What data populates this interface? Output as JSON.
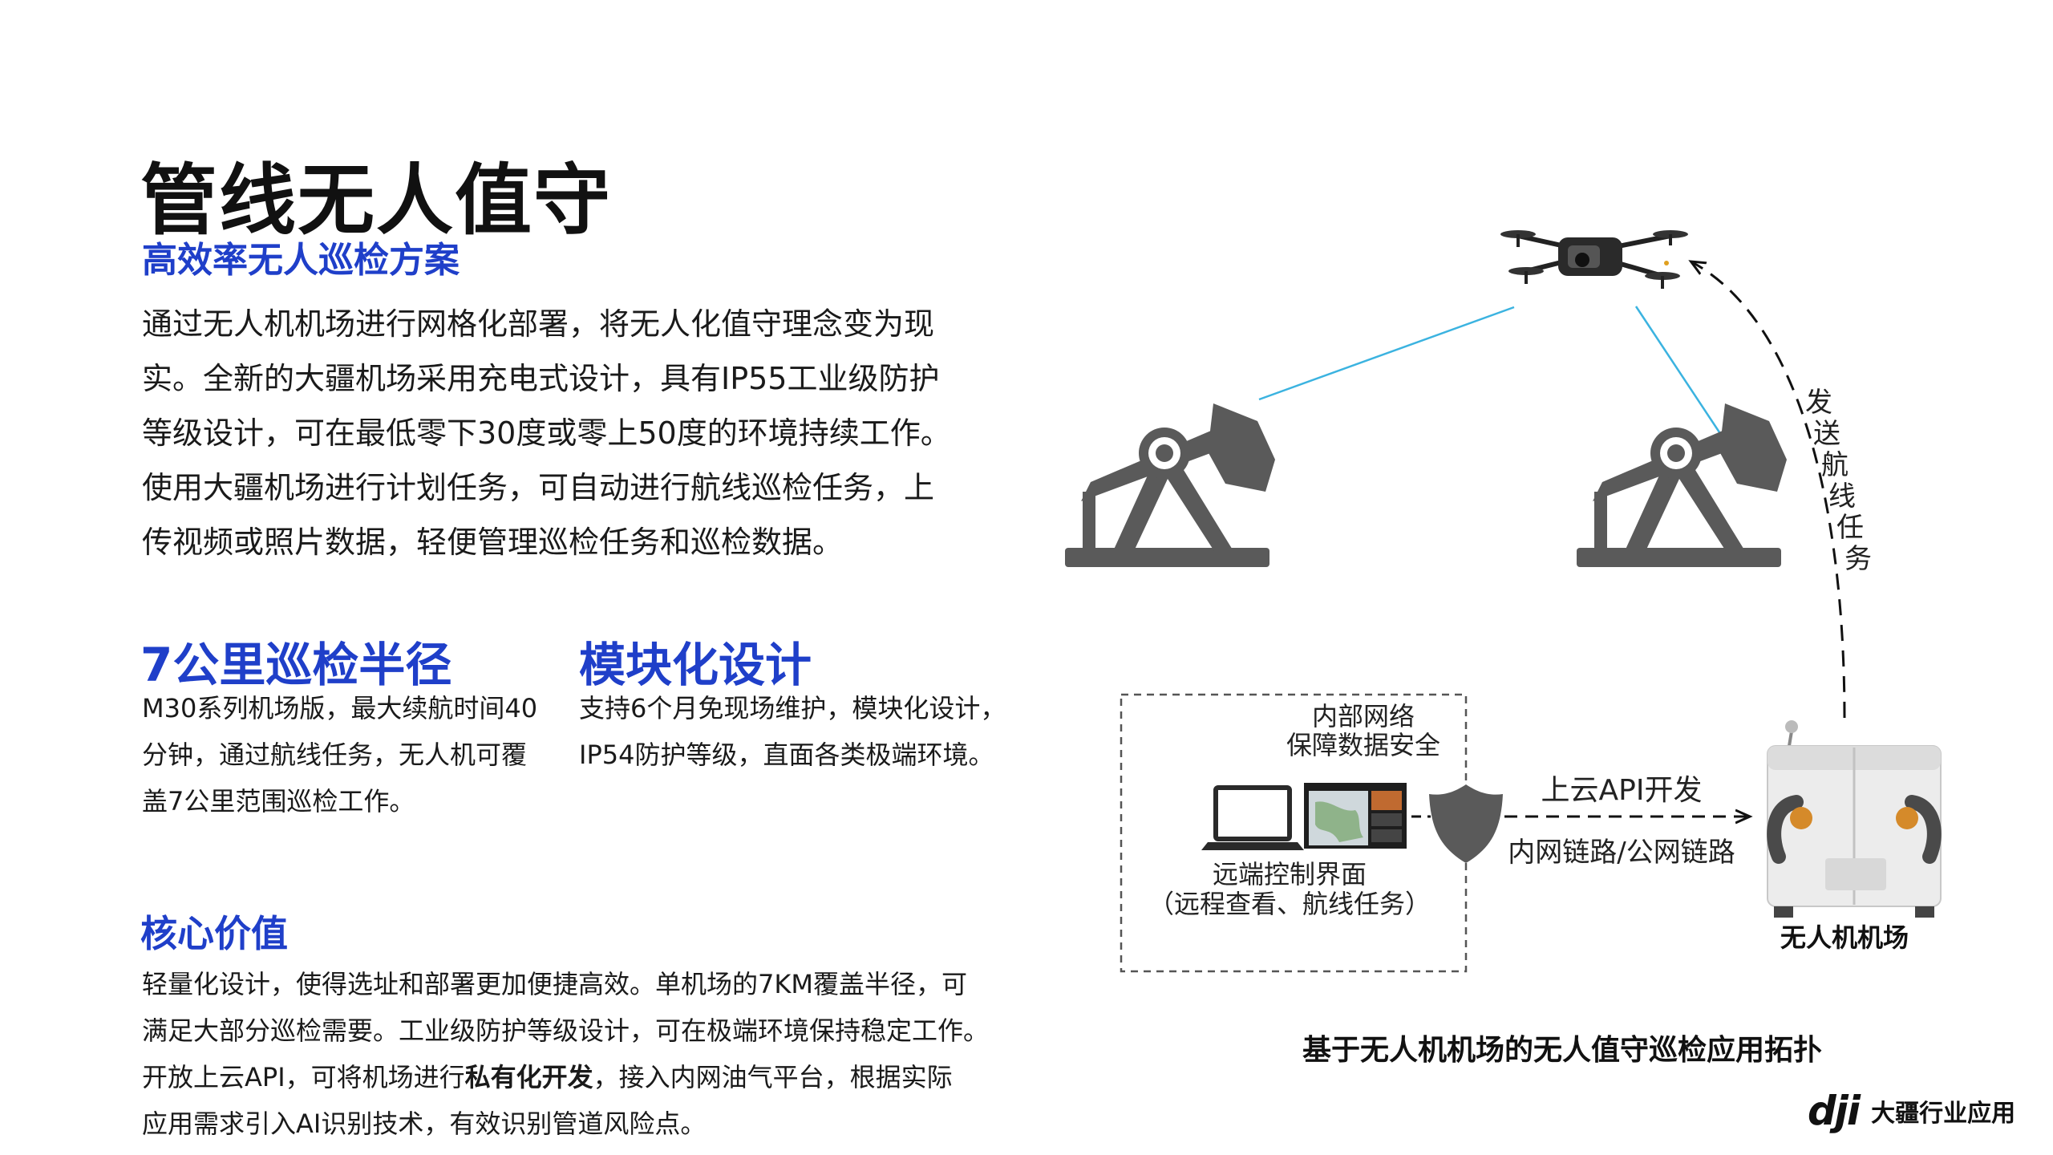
{
  "header": {
    "title": "管线无人值守",
    "subtitle": "高效率无人巡检方案"
  },
  "intro_lines": [
    "通过无人机机场进行网格化部署，将无人化值守理念变为现",
    "实。全新的大疆机场采用充电式设计，具有IP55工业级防护",
    "等级设计，可在最低零下30度或零上50度的环境持续工作。",
    "使用大疆机场进行计划任务，可自动进行航线巡检任务，上",
    "传视频或照片数据，轻便管理巡检任务和巡检数据。"
  ],
  "features": [
    {
      "title": "7公里巡检半径",
      "lines": [
        "M30系列机场版，最大续航时间40",
        "分钟，通过航线任务，无人机可覆",
        "盖7公里范围巡检工作。"
      ]
    },
    {
      "title": "模块化设计",
      "lines": [
        "支持6个月免现场维护，模块化设计，",
        "IP54防护等级，直面各类极端环境。"
      ]
    }
  ],
  "core": {
    "title": "核心价值",
    "line1": "轻量化设计，使得选址和部署更加便捷高效。单机场的7KM覆盖半径，可",
    "line2": "满足大部分巡检需要。工业级防护等级设计，可在极端环境保持稳定工作。",
    "line3_pre": "开放上云API，可将机场进行",
    "line3_bold": "私有化开发",
    "line3_post": "，接入内网油气平台，根据实际",
    "line4": "应用需求引入AI识别技术，有效识别管道风险点。"
  },
  "diagram": {
    "send_task_chars": [
      "发",
      "送",
      "航",
      "线",
      "任",
      "务"
    ],
    "network_label_1": "内部网络",
    "network_label_2": "保障数据安全",
    "remote_label_1": "远端控制界面",
    "remote_label_2": "（远程查看、航线任务）",
    "api_label": "上云API开发",
    "link_label": "内网链路/公网链路",
    "dock_label": "无人机机场",
    "caption": "基于无人机机场的无人值守巡检应用拓扑"
  },
  "brand": {
    "logo_text": "dji",
    "name": "大疆行业应用"
  },
  "colors": {
    "accent_blue": "#1f3fc9",
    "signal_line": "#3bb3e0",
    "pump_gray": "#5a5a5a"
  }
}
